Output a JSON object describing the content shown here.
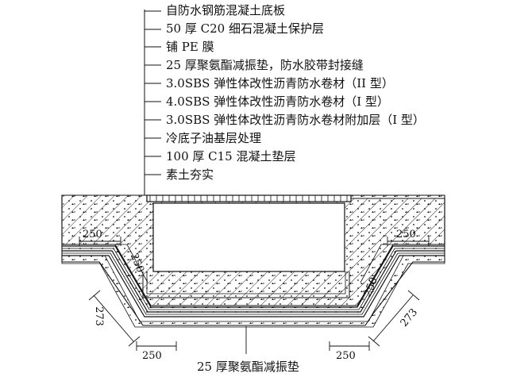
{
  "layers": [
    "自防水钢筋混凝土底板",
    "50 厚 C20 细石混凝土保护层",
    "铺 PE 膜",
    "25 厚聚氨酯减振垫，防水胶带封接缝",
    "3.0SBS 弹性体改性沥青防水卷材（II 型）",
    "4.0SBS 弹性体改性沥青防水卷材（I 型）",
    "3.0SBS 弹性体改性沥青防水卷材附加层（I 型）",
    "冷底子油基层处理",
    "100 厚 C15 混凝土垫层",
    "素土夯实"
  ],
  "dimensions": {
    "top_left": "250",
    "top_right": "250",
    "slope_left": "250",
    "slope_right": "250",
    "depth_left": "273",
    "depth_right": "273",
    "bottom_left": "250",
    "bottom_right": "250"
  },
  "caption": "25 厚聚氨酯减振垫",
  "colors": {
    "line": "#111111",
    "background": "#ffffff"
  }
}
